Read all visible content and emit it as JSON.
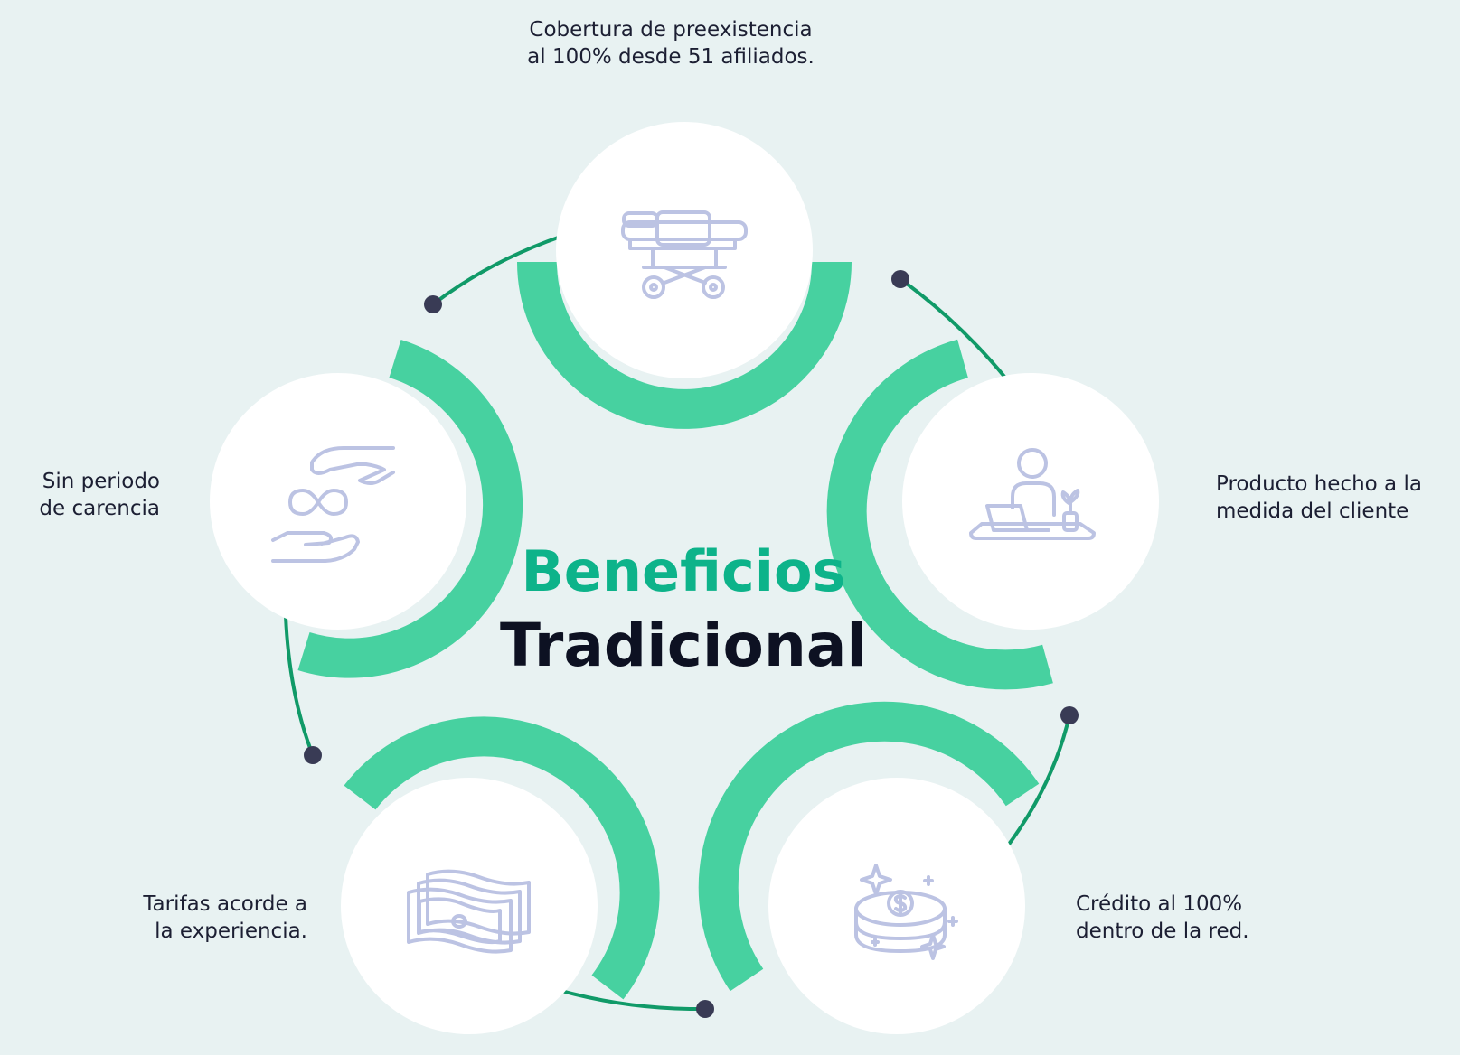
{
  "title": {
    "line1": "Beneficios",
    "line2": "Tradicional"
  },
  "colors": {
    "background": "#e8f2f2",
    "accent_ring": "#47d1a0",
    "connector": "#109a68",
    "dot": "#393b55",
    "icon_stroke": "#bcc3e3",
    "title_green": "#0db38a",
    "title_dark": "#0d1122"
  },
  "benefits": [
    {
      "icon": "stretcher-icon",
      "lines": [
        "Cobertura de preexistencia",
        "al 100% desde 51 afiliados."
      ]
    },
    {
      "icon": "person-laptop-icon",
      "lines": [
        "Producto hecho a la",
        "medida del cliente"
      ]
    },
    {
      "icon": "coins-sparkle-icon",
      "lines": [
        "Crédito al 100%",
        "dentro de la red."
      ]
    },
    {
      "icon": "money-bills-icon",
      "lines": [
        "Tarifas acorde a",
        "la experiencia."
      ]
    },
    {
      "icon": "hands-infinity-icon",
      "lines": [
        "Sin periodo",
        "de carencia"
      ]
    }
  ]
}
